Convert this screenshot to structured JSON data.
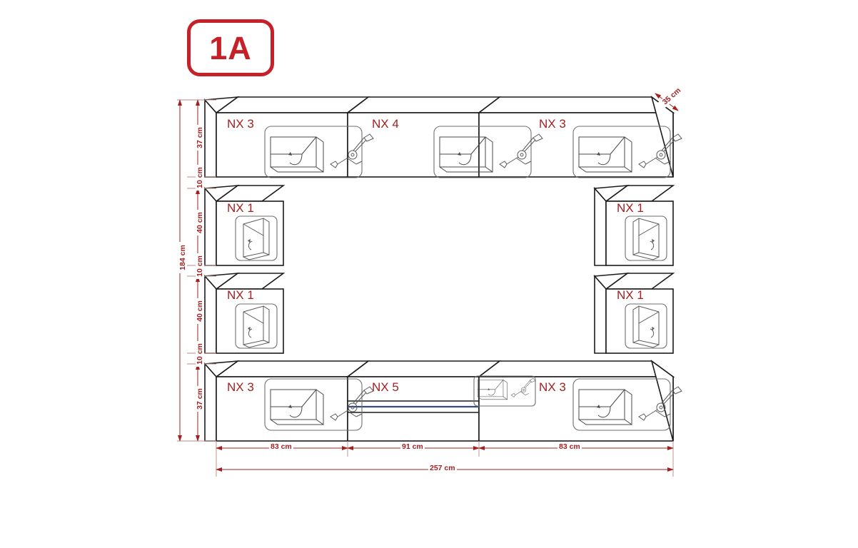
{
  "badge": {
    "label": "1A"
  },
  "units": [
    {
      "id": "top-left",
      "code": "NX 3",
      "icon": "flap-door-gas-strut-icon"
    },
    {
      "id": "top-center",
      "code": "NX 4",
      "icon": "flap-door-gas-strut-icon"
    },
    {
      "id": "top-right",
      "code": "NX 3",
      "icon": "flap-door-gas-strut-icon"
    },
    {
      "id": "mid-left-upper",
      "code": "NX 1",
      "icon": "hinged-door-left-icon"
    },
    {
      "id": "mid-left-lower",
      "code": "NX 1",
      "icon": "hinged-door-left-icon"
    },
    {
      "id": "mid-right-upper",
      "code": "NX 1",
      "icon": "hinged-door-right-icon"
    },
    {
      "id": "mid-right-lower",
      "code": "NX 1",
      "icon": "hinged-door-right-icon"
    },
    {
      "id": "bottom-left",
      "code": "NX 3",
      "icon": "flap-door-gas-strut-icon"
    },
    {
      "id": "bottom-center",
      "code": "NX 5",
      "icon": "flap-door-gas-strut-icon"
    },
    {
      "id": "bottom-right",
      "code": "NX 3",
      "icon": "flap-door-gas-strut-icon"
    }
  ],
  "dimensions": {
    "vertical_chain": [
      {
        "value": "37 cm"
      },
      {
        "value": "10 cm"
      },
      {
        "value": "40 cm"
      },
      {
        "value": "10 cm"
      },
      {
        "value": "40 cm"
      },
      {
        "value": "10 cm"
      },
      {
        "value": "37 cm"
      }
    ],
    "total_height": "184 cm",
    "horizontal_chain": [
      {
        "value": "83 cm"
      },
      {
        "value": "91 cm"
      },
      {
        "value": "83 cm"
      }
    ],
    "total_width": "257 cm",
    "depth": "35 cm"
  },
  "colors": {
    "accent_red": "#a32020",
    "badge_red": "#c62128",
    "outline": "#1b1b1b",
    "detail_line": "#555555",
    "drawer_accent": "#3a4a7a"
  }
}
